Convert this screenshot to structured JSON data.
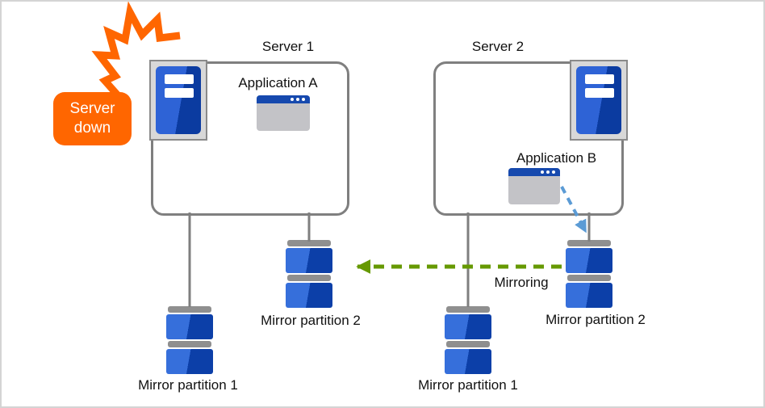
{
  "diagram": {
    "alert": {
      "label": "Server down"
    },
    "server1": {
      "title": "Server 1",
      "application": "Application A",
      "partition1_label": "Mirror partition 1",
      "partition2_label": "Mirror partition 2"
    },
    "server2": {
      "title": "Server 2",
      "application": "Application B",
      "partition1_label": "Mirror partition 1",
      "partition2_label": "Mirror partition 2"
    },
    "mirroring_label": "Mirroring",
    "icons": {
      "flash": "crash-flash-icon",
      "server": "server-tower-icon",
      "window": "application-window-icon",
      "disk": "mirror-partition-disk-icon"
    },
    "colors": {
      "alert_orange": "#FF6600",
      "box_border_gray": "#7F7F7F",
      "connector_gray": "#7F7F7F",
      "disk_cap_gray": "#8F8F8F",
      "disk_blue_light": "#366FDB",
      "disk_blue_dark": "#0C3FA8",
      "server_icon_blue_light": "#2E63D6",
      "server_icon_blue_dark": "#0B3BA0",
      "window_titlebar_blue": "#1649AE",
      "window_body_gray": "#C3C3C7",
      "mirroring_arrow_green": "#669900",
      "app_write_arrow_blue": "#5B9BD5"
    }
  }
}
